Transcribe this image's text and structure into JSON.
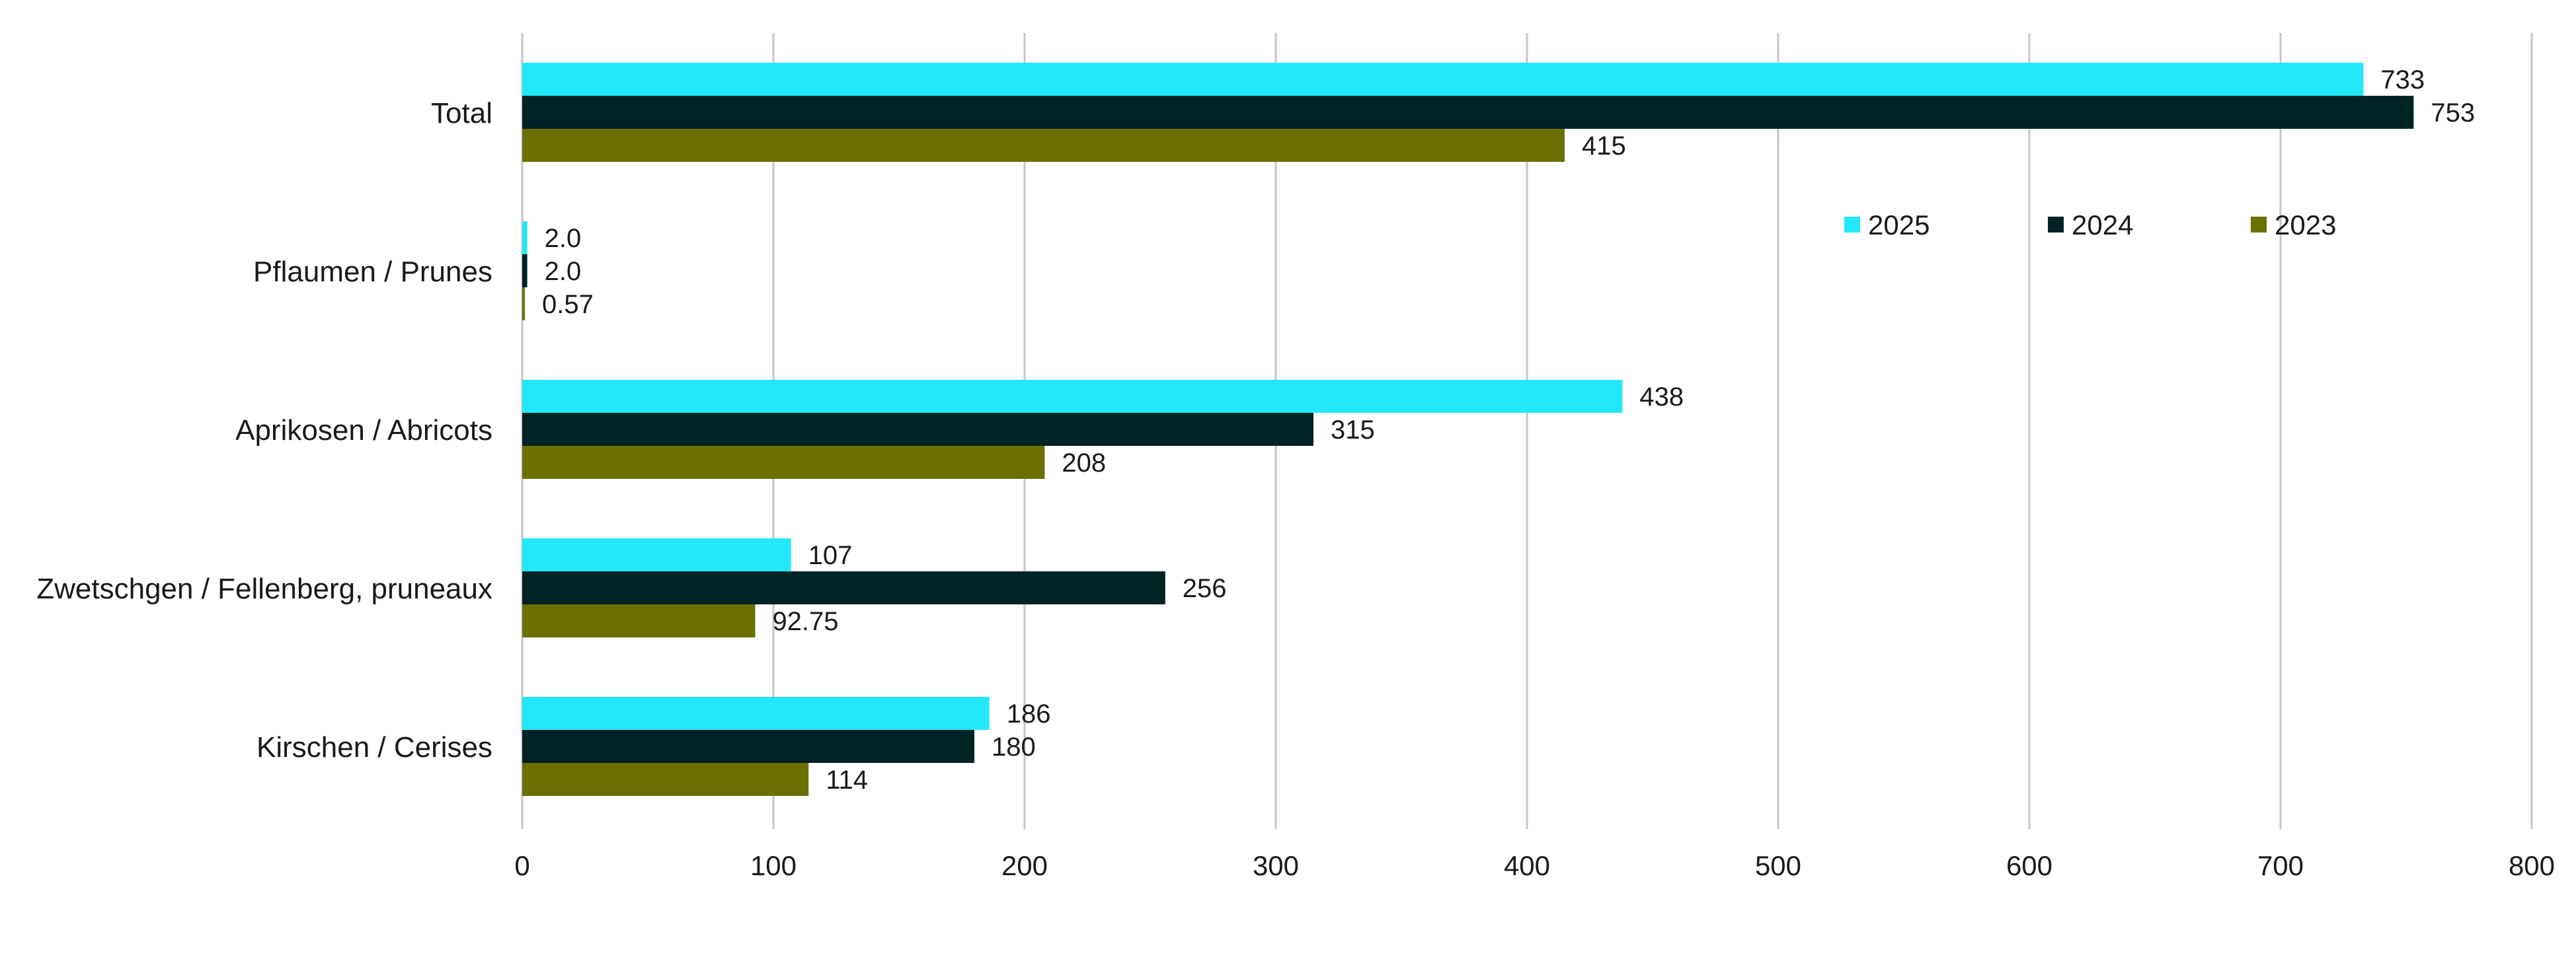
{
  "chart_data": {
    "type": "bar",
    "orientation": "horizontal",
    "categories": [
      "Total",
      "Pflaumen / Prunes",
      "Aprikosen / Abricots",
      "Zwetschgen / Fellenberg, pruneaux",
      "Kirschen / Cerises"
    ],
    "series": [
      {
        "name": "2025",
        "color": "#22e8fb",
        "values": [
          733,
          2.0,
          438,
          107,
          186
        ],
        "labels": [
          "733",
          "2.0",
          "438",
          "107",
          "186"
        ]
      },
      {
        "name": "2024",
        "color": "#002326",
        "values": [
          753,
          2.0,
          315,
          256,
          180
        ],
        "labels": [
          "753",
          "2.0",
          "315",
          "256",
          "180"
        ]
      },
      {
        "name": "2023",
        "color": "#6b7000",
        "values": [
          415,
          0.57,
          208,
          92.75,
          114
        ],
        "labels": [
          "415",
          "0.57",
          "208",
          "92.75",
          "114"
        ]
      }
    ],
    "xlim": [
      0,
      800
    ],
    "xticks": [
      0,
      100,
      200,
      300,
      400,
      500,
      600,
      700,
      800
    ],
    "grid": "vertical",
    "legend": "top-right"
  }
}
